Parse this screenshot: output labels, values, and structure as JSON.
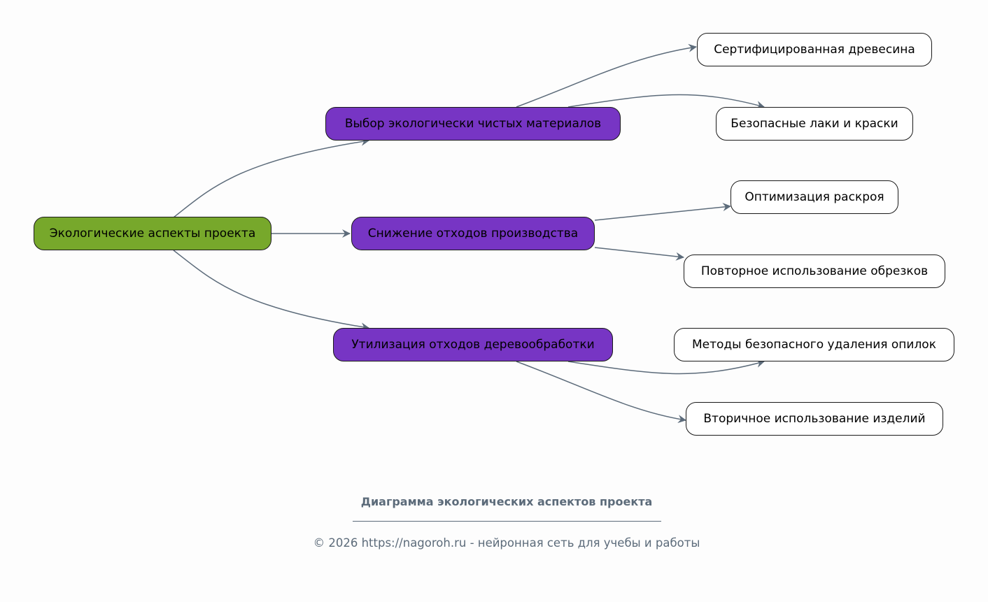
{
  "diagram": {
    "root": {
      "id": "root",
      "label": "Экологические аспекты проекта",
      "color": "#77a82b"
    },
    "branches": [
      {
        "id": "b1",
        "label": "Выбор экологически чистых материалов",
        "color": "#7735c4",
        "children": [
          {
            "id": "l1",
            "label": "Сертифицированная древесина"
          },
          {
            "id": "l2",
            "label": "Безопасные лаки и краски"
          }
        ]
      },
      {
        "id": "b2",
        "label": "Снижение отходов производства",
        "color": "#7735c4",
        "children": [
          {
            "id": "l3",
            "label": "Оптимизация раскроя"
          },
          {
            "id": "l4",
            "label": "Повторное использование обрезков"
          }
        ]
      },
      {
        "id": "b3",
        "label": "Утилизация отходов деревообработки",
        "color": "#7735c4",
        "children": [
          {
            "id": "l5",
            "label": "Методы безопасного удаления опилок"
          },
          {
            "id": "l6",
            "label": "Вторичное использование изделий"
          }
        ]
      }
    ],
    "edge_color": "#5c6b7a"
  },
  "caption": {
    "title": "Диаграмма экологических аспектов проекта",
    "copyright": "© 2026 https://nagoroh.ru - нейронная сеть для учебы и работы"
  }
}
